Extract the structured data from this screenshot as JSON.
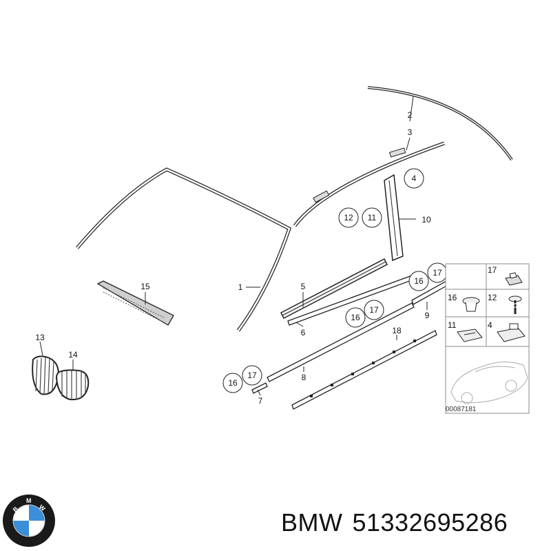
{
  "callouts": {
    "c1": "1",
    "c2": "2",
    "c3": "3",
    "c4": "4",
    "c5": "5",
    "c6": "6",
    "c7": "7",
    "c8": "8",
    "c9": "9",
    "c10": "10",
    "c11": "11",
    "c12": "12",
    "c13": "13",
    "c14": "14",
    "c15": "15",
    "c16": "16",
    "c17": "17",
    "c18": "18"
  },
  "inset": {
    "labels": [
      "17",
      "16",
      "12",
      "11",
      "4"
    ],
    "image_number": "00087181"
  },
  "footer": {
    "brand": "BMW",
    "part_number": "51332695286"
  },
  "logo": {
    "letters": "BMW",
    "icon": "bmw-roundel-icon",
    "colors": {
      "ring": "#1a1a1a",
      "blue": "#3a8fd8",
      "white": "#ffffff"
    }
  }
}
